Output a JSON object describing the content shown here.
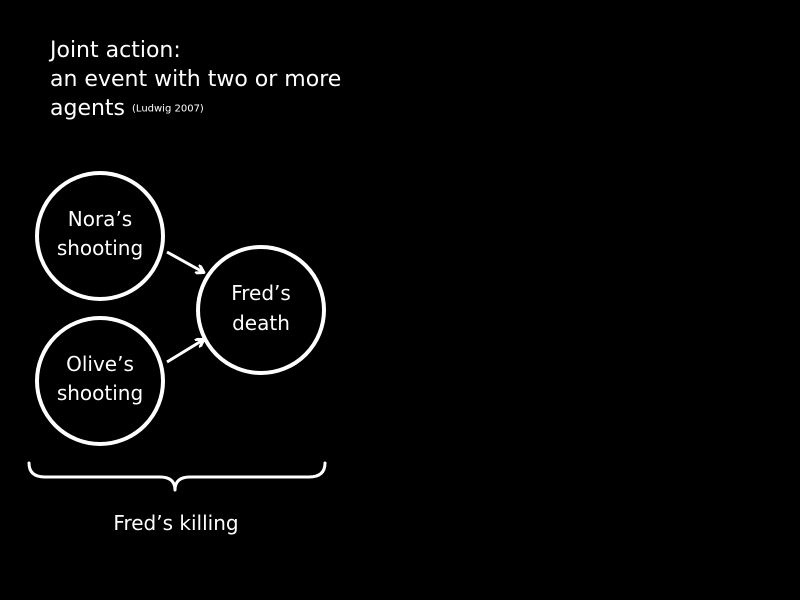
{
  "title": {
    "line1": "Joint action:",
    "line2": "an event with two or more",
    "line3": "agents",
    "citation": "(Ludwig 2007)"
  },
  "nodes": {
    "nora": {
      "line1": "Nora’s",
      "line2": "shooting"
    },
    "olive": {
      "line1": "Olive’s",
      "line2": "shooting"
    },
    "fred": {
      "line1": "Fred’s",
      "line2": "death"
    }
  },
  "brace_label": "Fred’s killing",
  "colors": {
    "background": "#000000",
    "foreground": "#ffffff"
  }
}
